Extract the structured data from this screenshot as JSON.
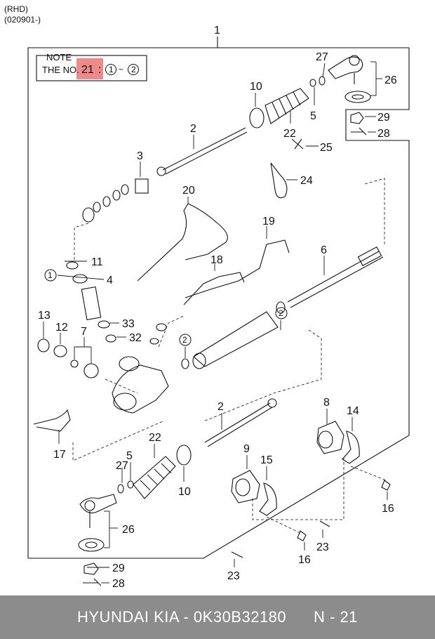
{
  "header": {
    "variant": "(RHD)",
    "date_range": "(020901-)"
  },
  "note": {
    "title": "NOTE",
    "prefix": "THE NO.",
    "number": "21",
    "suffix": ":",
    "range_start": "1",
    "tilde": "~",
    "range_end": "2",
    "highlight_color": "#f08a8a"
  },
  "callouts": {
    "main": "1",
    "c2": "2",
    "c3": "3",
    "c4": "4",
    "c5": "5",
    "c6": "6",
    "c7": "7",
    "c8": "8",
    "c9": "9",
    "c10": "10",
    "c11": "11",
    "c12": "12",
    "c13": "13",
    "c14": "14",
    "c15": "15",
    "c16": "16",
    "c17": "17",
    "c18": "18",
    "c19": "19",
    "c20": "20",
    "c22": "22",
    "c23": "23",
    "c24": "24",
    "c25": "25",
    "c26": "26",
    "c27": "27",
    "c28": "28",
    "c29": "29",
    "c32": "32",
    "c33": "33",
    "circ1": "1",
    "circ2": "2"
  },
  "footer": {
    "brand": "HYUNDAI  KIA - 0K30B32180",
    "page": "N - 21",
    "bg_color": "#8c8c8c"
  }
}
